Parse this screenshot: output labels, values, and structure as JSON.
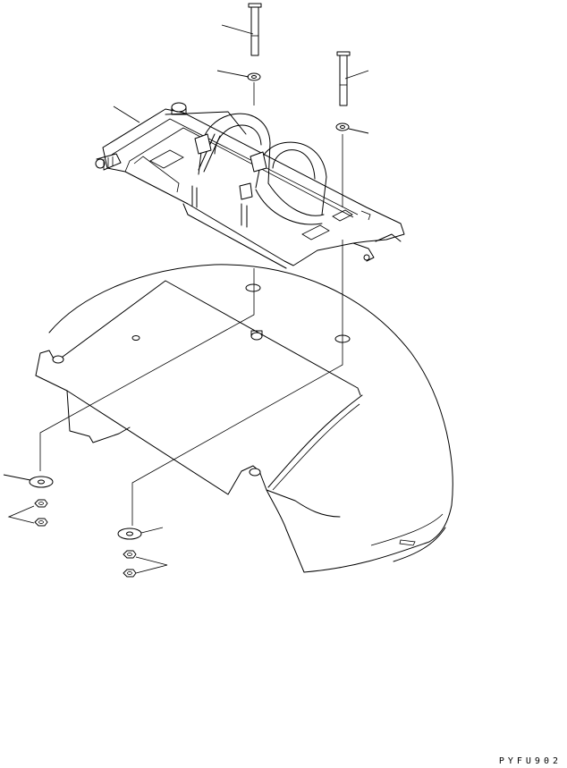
{
  "drawing": {
    "code": "PYFU902",
    "line_color": "#000000",
    "background_color": "#ffffff"
  },
  "parts": [
    {
      "name": "long-bolt"
    },
    {
      "name": "washer"
    },
    {
      "name": "short-bolt"
    },
    {
      "name": "washer"
    },
    {
      "name": "tank-bracket"
    },
    {
      "name": "large-washer"
    },
    {
      "name": "nut"
    },
    {
      "name": "large-washer"
    },
    {
      "name": "nut"
    }
  ]
}
